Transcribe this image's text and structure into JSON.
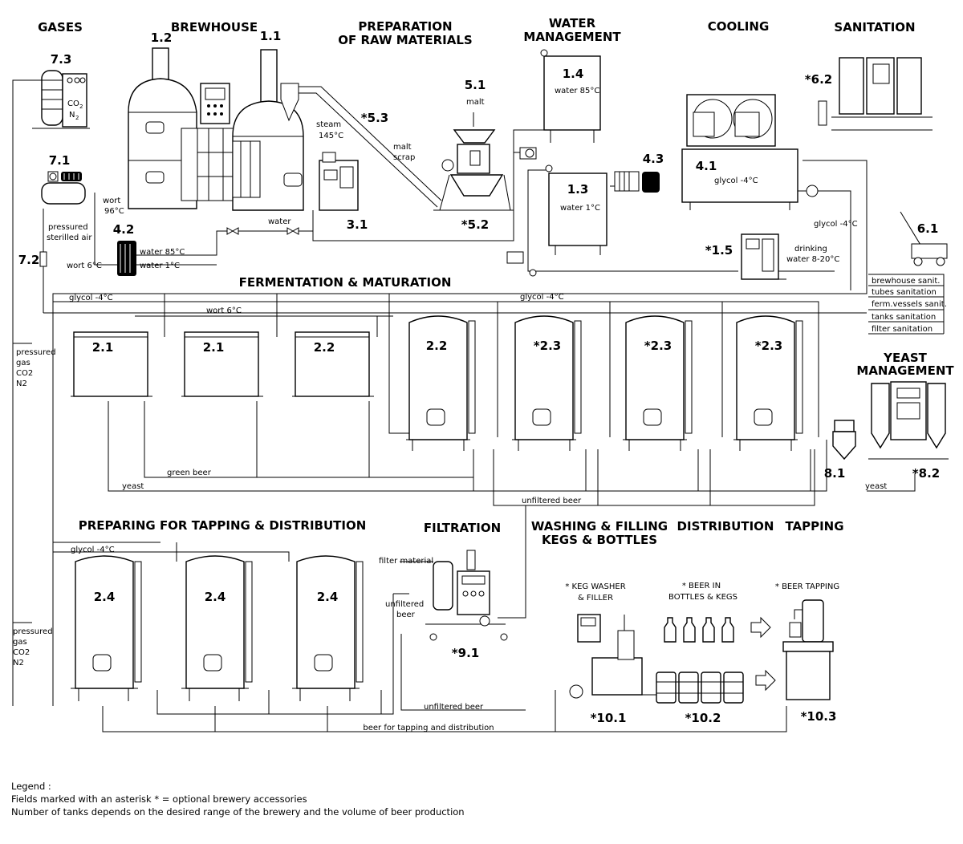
{
  "sections": {
    "gases": "GASES",
    "brewhouse": "BREWHOUSE",
    "prep_raw_1": "PREPARATION",
    "prep_raw_2": "OF RAW MATERIALS",
    "water_mgmt_1": "WATER",
    "water_mgmt_2": "MANAGEMENT",
    "cooling": "COOLING",
    "sanitation": "SANITATION",
    "fermentation": "FERMENTATION & MATURATION",
    "yeast_1": "YEAST",
    "yeast_2": "MANAGEMENT",
    "preparing": "PREPARING FOR TAPPING & DISTRIBUTION",
    "filtration": "FILTRATION",
    "washing_1": "WASHING & FILLING",
    "washing_2": "KEGS & BOTTLES",
    "distribution": "DISTRIBUTION",
    "tapping": "TAPPING"
  },
  "equipment": {
    "n7_3": "7.3",
    "n1_2": "1.2",
    "n1_1": "1.1",
    "n5_1": "5.1",
    "n1_4": "1.4",
    "n6_2": "*6.2",
    "n5_3": "*5.3",
    "n7_1": "7.1",
    "n4_3": "4.3",
    "n4_1": "4.1",
    "n1_3": "1.3",
    "n3_1": "3.1",
    "n5_2": "*5.2",
    "n4_2": "4.2",
    "n6_1": "6.1",
    "n7_2": "7.2",
    "n1_5": "*1.5",
    "t1": "2.1",
    "t2": "2.1",
    "t3": "2.2",
    "t4": "2.2",
    "t5": "*2.3",
    "t6": "*2.3",
    "t7": "*2.3",
    "n8_1": "8.1",
    "n8_2": "*8.2",
    "b1": "2.4",
    "b2": "2.4",
    "b3": "2.4",
    "n9_1": "*9.1",
    "n10_1": "*10.1",
    "n10_2": "*10.2",
    "n10_3": "*10.3"
  },
  "labels": {
    "co2": "CO",
    "co2_sub": "2",
    "n2": "N",
    "n2_sub": "2",
    "malt": "malt",
    "steam": "steam",
    "steam_temp": "145°C",
    "malt_scrap_1": "malt",
    "malt_scrap_2": "scrap",
    "water_85": "water 85°C",
    "water_1": "water 1°C",
    "glycol_4": "glycol -4°C",
    "wort_1": "wort",
    "wort_2": "96°C",
    "water": "water",
    "pressured_air_1": "pressured",
    "pressured_air_2": "sterilled air",
    "water_85_b": "water 85°C",
    "wort_6": "wort 6°C",
    "water_1_b": "water 1°C",
    "glycol_4_right": "glycol -4°C",
    "drinking_1": "drinking",
    "drinking_2": "water 8-20°C",
    "san_brewhouse": "brewhouse sanit.",
    "san_tubes": "tubes sanitation",
    "san_ferm": "ferm.vessels sanit.",
    "san_tanks": "tanks sanitation",
    "san_filter": "filter sanitation",
    "glycol_4_ferm_l": "glycol -4°C",
    "glycol_4_ferm_r": "glycol -4°C",
    "wort_6_ferm": "wort 6°C",
    "gas_1": "pressured",
    "gas_2": "gas",
    "gas_3": "CO2",
    "gas_4": "N2",
    "green_beer": "green beer",
    "yeast_l": "yeast",
    "yeast_r": "yeast",
    "unfiltered_beer": "unfiltered beer",
    "glycol_4_prep": "glycol -4°C",
    "filter_material": "filter material",
    "unfiltered_1": "unfiltered",
    "unfiltered_2": "beer",
    "unfiltered_beer_2": "unfiltered beer",
    "gas2_1": "pressured",
    "gas2_2": "gas",
    "gas2_3": "CO2",
    "gas2_4": "N2",
    "keg_washer_1": "* KEG WASHER",
    "keg_washer_2": "& FILLER",
    "beer_in_1": "* BEER IN",
    "beer_in_2": "BOTTLES & KEGS",
    "beer_tapping": "* BEER TAPPING",
    "beer_for_tapping": "beer for tapping and distribution"
  },
  "legend": {
    "title": "Legend :",
    "line1": "Fields marked with an asterisk * = optional brewery accessories",
    "line2": "Number of tanks depends on the desired range of the brewery and the volume of beer production"
  }
}
